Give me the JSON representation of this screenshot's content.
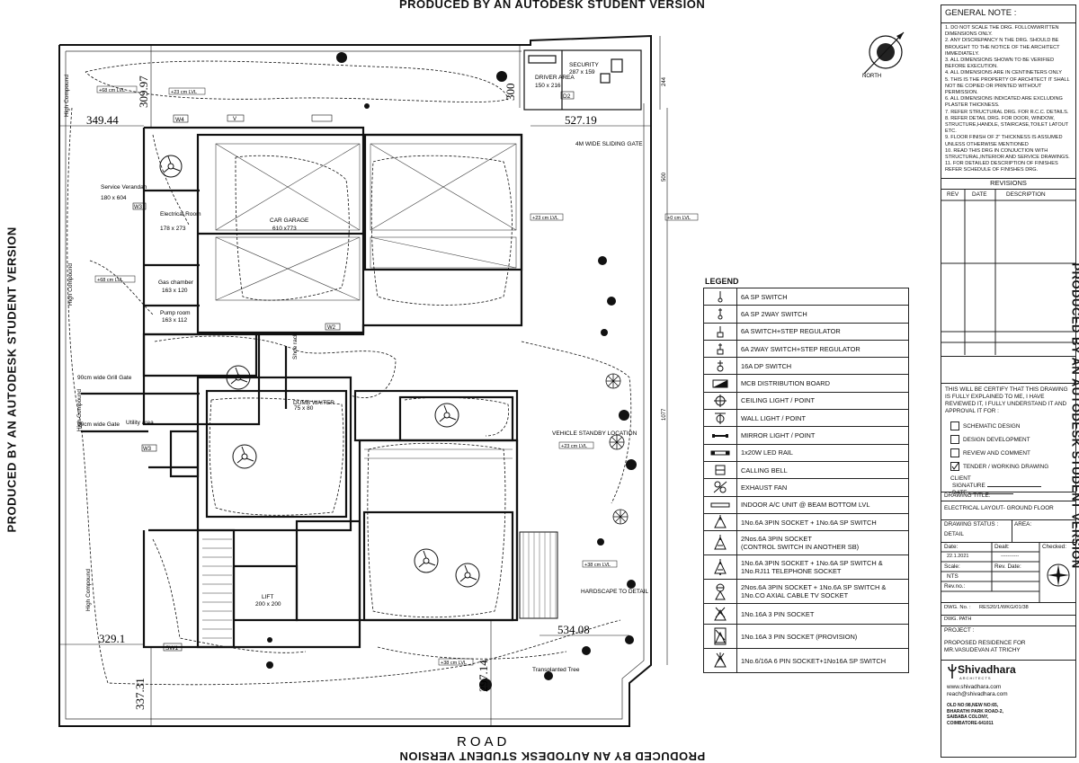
{
  "watermark": "PRODUCED BY AN AUTODESK STUDENT VERSION",
  "road_label": "ROAD",
  "rooms": {
    "service_verandah": "Service Verandah",
    "service_verandah_size": "180 x 604",
    "electrical_room": "Electrical Room",
    "electrical_room_size": "178 x 273",
    "gas_chamber": "Gas chamber",
    "gas_chamber_size": "163 x 120",
    "pump_room": "Pump room",
    "pump_room_size": "163 x 112",
    "car_garage": "CAR GARAGE",
    "car_garage_size": "610 x773",
    "driver_area": "DRIVER AREA",
    "driver_area_size": "150 x 216",
    "security": "SECURITY",
    "security_size": "287 x 159",
    "lift": "LIFT",
    "lift_size": "200 x 200",
    "utility_area": "Utility area",
    "vehicle_standby": "VEHICLE STANDBY LOCATION",
    "hardscape": "HARDSCAPE TO DETAIL",
    "sliding_gate": "4M WIDE SLIDING GATE",
    "dumb_waiter": "DUMB WAITER",
    "dumb_waiter_size": "75 x 80",
    "shoe_rack": "Shoe rack",
    "high_compound_1": "High Compound",
    "high_compound_2": "High Compound",
    "high_compound_3": "High Compound",
    "high_compound_4": "High Compound",
    "transplanted_tree": "Transplanted Tree",
    "wicket_gate_1": "90cm wide Grill Gate",
    "wicket_gate_2": "90cm wide Gate"
  },
  "levels": {
    "l1": "+68 cm LVL",
    "l2": "+23 cm LVL",
    "l3": "+23 cm LVL",
    "l4": "+0 cm LVL",
    "l5": "+68 cm LVL",
    "l6": "+23 cm LVL",
    "l7": "+38 cm LVL",
    "l8": "+38 cm LVL"
  },
  "dimensions": {
    "d1": "349.44",
    "d2": "309.97",
    "d3": "300",
    "d4": "527.19",
    "d5": "329.1",
    "d6": "337.31",
    "d7": "297.14",
    "d8": "534.08",
    "d9": "244",
    "d10": "500",
    "d11": "1077"
  },
  "tags": {
    "w4": "W4",
    "w3": "W3",
    "w2": "W2",
    "w1": "SW1",
    "d2": "D2",
    "v": "V"
  },
  "legend": {
    "title": "LEGEND",
    "items": [
      {
        "label": "6A SP SWITCH",
        "icon": "sp-switch-icon"
      },
      {
        "label": "6A SP 2WAY SWITCH",
        "icon": "2way-switch-icon"
      },
      {
        "label": "6A SWITCH+STEP REGULATOR",
        "icon": "step-regulator-icon"
      },
      {
        "label": "6A 2WAY SWITCH+STEP REGULATOR",
        "icon": "2way-regulator-icon"
      },
      {
        "label": "16A DP SWITCH",
        "icon": "dp-switch-icon"
      },
      {
        "label": "MCB DISTRIBUTION BOARD",
        "icon": "mcb-board-icon"
      },
      {
        "label": "CEILING LIGHT / POINT",
        "icon": "ceiling-light-icon"
      },
      {
        "label": "WALL LIGHT / POINT",
        "icon": "wall-light-icon"
      },
      {
        "label": "MIRROR LIGHT / POINT",
        "icon": "mirror-light-icon"
      },
      {
        "label": "1x20W LED RAIL",
        "icon": "led-rail-icon"
      },
      {
        "label": "CALLING BELL",
        "icon": "calling-bell-icon"
      },
      {
        "label": "EXHAUST FAN",
        "icon": "exhaust-fan-icon"
      },
      {
        "label": "INDOOR A/C UNIT @ BEAM BOTTOM LVL",
        "icon": "ac-unit-icon"
      },
      {
        "label": "1No.6A 3PIN SOCKET + 1No.6A SP SWITCH",
        "icon": "socket-icon"
      },
      {
        "label": "2Nos.6A 3PIN SOCKET",
        "label2": "(CONTROL SWITCH IN ANOTHER SB)",
        "icon": "double-socket-icon"
      },
      {
        "label": "1No.6A 3PIN SOCKET + 1No.6A SP SWITCH &",
        "label2": "1No.RJ11 TELEPHONE SOCKET",
        "icon": "telephone-socket-icon"
      },
      {
        "label": "2Nos.6A 3PIN SOCKET + 1No.6A SP SWITCH &",
        "label2": "1No.CO AXIAL CABLE TV SOCKET",
        "icon": "tv-socket-icon"
      },
      {
        "label": "1No.16A 3 PIN SOCKET",
        "icon": "power-socket-icon"
      },
      {
        "label": "1No.16A 3 PIN SOCKET (PROVISION)",
        "icon": "power-socket-provision-icon"
      },
      {
        "label": "1No.6/16A 6 PIN SOCKET+1No16A SP SWITCH",
        "icon": "6pin-socket-icon"
      }
    ]
  },
  "title_block": {
    "general_note_title": "GENERAL NOTE :",
    "notes": [
      "1. DO NOT SCALE THE DRG. FOLLOWWRITTEN DIMENSIONS ONLY.",
      "2. ANY DISCREPANCY N THE DRG. SHOULD BE BROUGHT TO THE NOTICE OF THE ARCHITECT IMMEDIATELY.",
      "3. ALL DIMENSIONS SHOWN TO BE VERIFIED BEFORE EXECUTION.",
      "4. ALL DIMENSIONS ARE IN CENTINETERS ONLY",
      "5. THIS IS THE PROPERTY OF ARCHITECT IT SHALL NOT BE COPIED OR PRINTED WITHOUT PERMISSION.",
      "6. ALL DIMENSIONS INDICATED ARE EXCLUDING PLASTER THICKNESS.",
      "7. REFER STRUCTURAL DRG. FOR R.C.C. DETAILS.",
      "8. REFER DETAIL DRG. FOR DOOR, WINDOW, STRUCTURE,HANDLE, STAIRCASE,TOILET LATOUT ETC.",
      "9. FLOOR FINISH OF 2\" THICKNESS IS ASSUMED UNLESS OTHERWISE MENTIONED",
      "10. READ THIS DRG IN CONJUCTION WITH STRUCTURAL,INTERIOR AND SERVICE DRAWINGS.",
      "11. FOR DETAILED DESCRIPTION OF FINISHES REFER SCHEDULE OF FINISHES DRG."
    ],
    "revisions_title": "REVISIONS",
    "rev_col": "REV",
    "date_col": "DATE",
    "desc_col": "DESCRIPTION",
    "certify_text": "THIS WILL BE CERTIFY THAT THIS DRAWING IS FULLY EXPLAINED TO ME, I HAVE REVIEWED IT, I FULLY UNDERSTAND IT AND APPROVAL IT FOR :",
    "checks": [
      {
        "label": "SCHEMATIC DESIGN",
        "checked": false
      },
      {
        "label": "DESIGN DEVELOPMENT",
        "checked": false
      },
      {
        "label": "REVIEW AND COMMENT",
        "checked": false
      },
      {
        "label": "TENDER / WORKING DRAWING",
        "checked": true
      }
    ],
    "client": "CLIENT",
    "signature": "SIGNATURE",
    "date": "DATE",
    "drawing_title_label": "DRAWING TITLE:",
    "drawing_title": "ELECTRICAL LAYOUT- GROUND FLOOR",
    "drawing_status_label": "DRAWING STATUS :",
    "drawing_status": "DETAIL",
    "area_label": "AREA:",
    "date_label": "Date:",
    "date_value": "22.1.2021",
    "dealt_label": "Dealt:",
    "dealt_value": "-----------",
    "checked_label": "Checked:",
    "scale_label": "Scale:",
    "scale_value": "NTS",
    "rev_date_label": "Rev. Date:",
    "rev_no_label": "Rev.no.:",
    "dwg_no_label": "DWG. No. :",
    "dwg_no": "RES20/1/WKG/01/38",
    "dwg_path_label": "DWG. PATH",
    "project_label": "PROJECT :",
    "project_line1": "PROPOSED RESIDENCE FOR",
    "project_line2": "MR.VASUDEVAN AT TRICHY",
    "firm_name": "Shivadhara",
    "firm_sub": "ARCHITECTS",
    "website": "www.shivadhara.com",
    "email": "reach@shivadhara.com",
    "address": [
      "OLD NO:98,NEW NO:65,",
      "BHARATHI PARK ROAD-2,",
      "SAIBABA COLONY,",
      "COIMBATORE-641011"
    ]
  }
}
